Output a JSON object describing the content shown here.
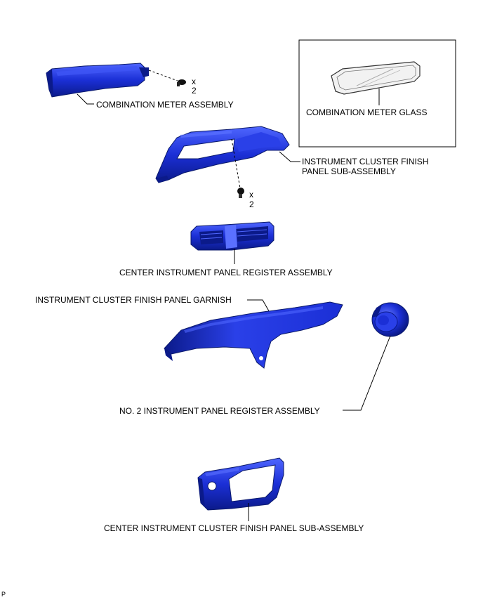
{
  "labels": {
    "combination_meter_assembly": "COMBINATION METER ASSEMBLY",
    "combination_meter_glass": "COMBINATION METER GLASS",
    "instrument_cluster_finish_panel_sub_assembly_line1": "INSTRUMENT  CLUSTER FINISH",
    "instrument_cluster_finish_panel_sub_assembly_line2": "PANEL SUB-ASSEMBLY",
    "center_instrument_panel_register_assembly": "CENTER INSTRUMENT PANEL REGISTER ASSEMBLY",
    "instrument_cluster_finish_panel_garnish": "INSTRUMENT  CLUSTER FINISH PANEL GARNISH",
    "no2_instrument_panel_register_assembly": "NO. 2 INSTRUMENT PANEL REGISTER ASSEMBLY",
    "center_instrument_cluster_finish_panel_sub_assembly": "CENTER INSTRUMENT CLUSTER FINISH PANEL SUB-ASSEMBLY"
  },
  "fasteners": {
    "meter_screw": {
      "mult": "x",
      "count": "2"
    },
    "panel_clip": {
      "mult": "x",
      "count": "2"
    }
  },
  "footer_mark": "P",
  "colors": {
    "part_fill": "#1b2fd6",
    "part_dark": "#0b1a8a",
    "part_light": "#4f66ff",
    "glass": "#f2f2f2",
    "line": "#000000"
  }
}
